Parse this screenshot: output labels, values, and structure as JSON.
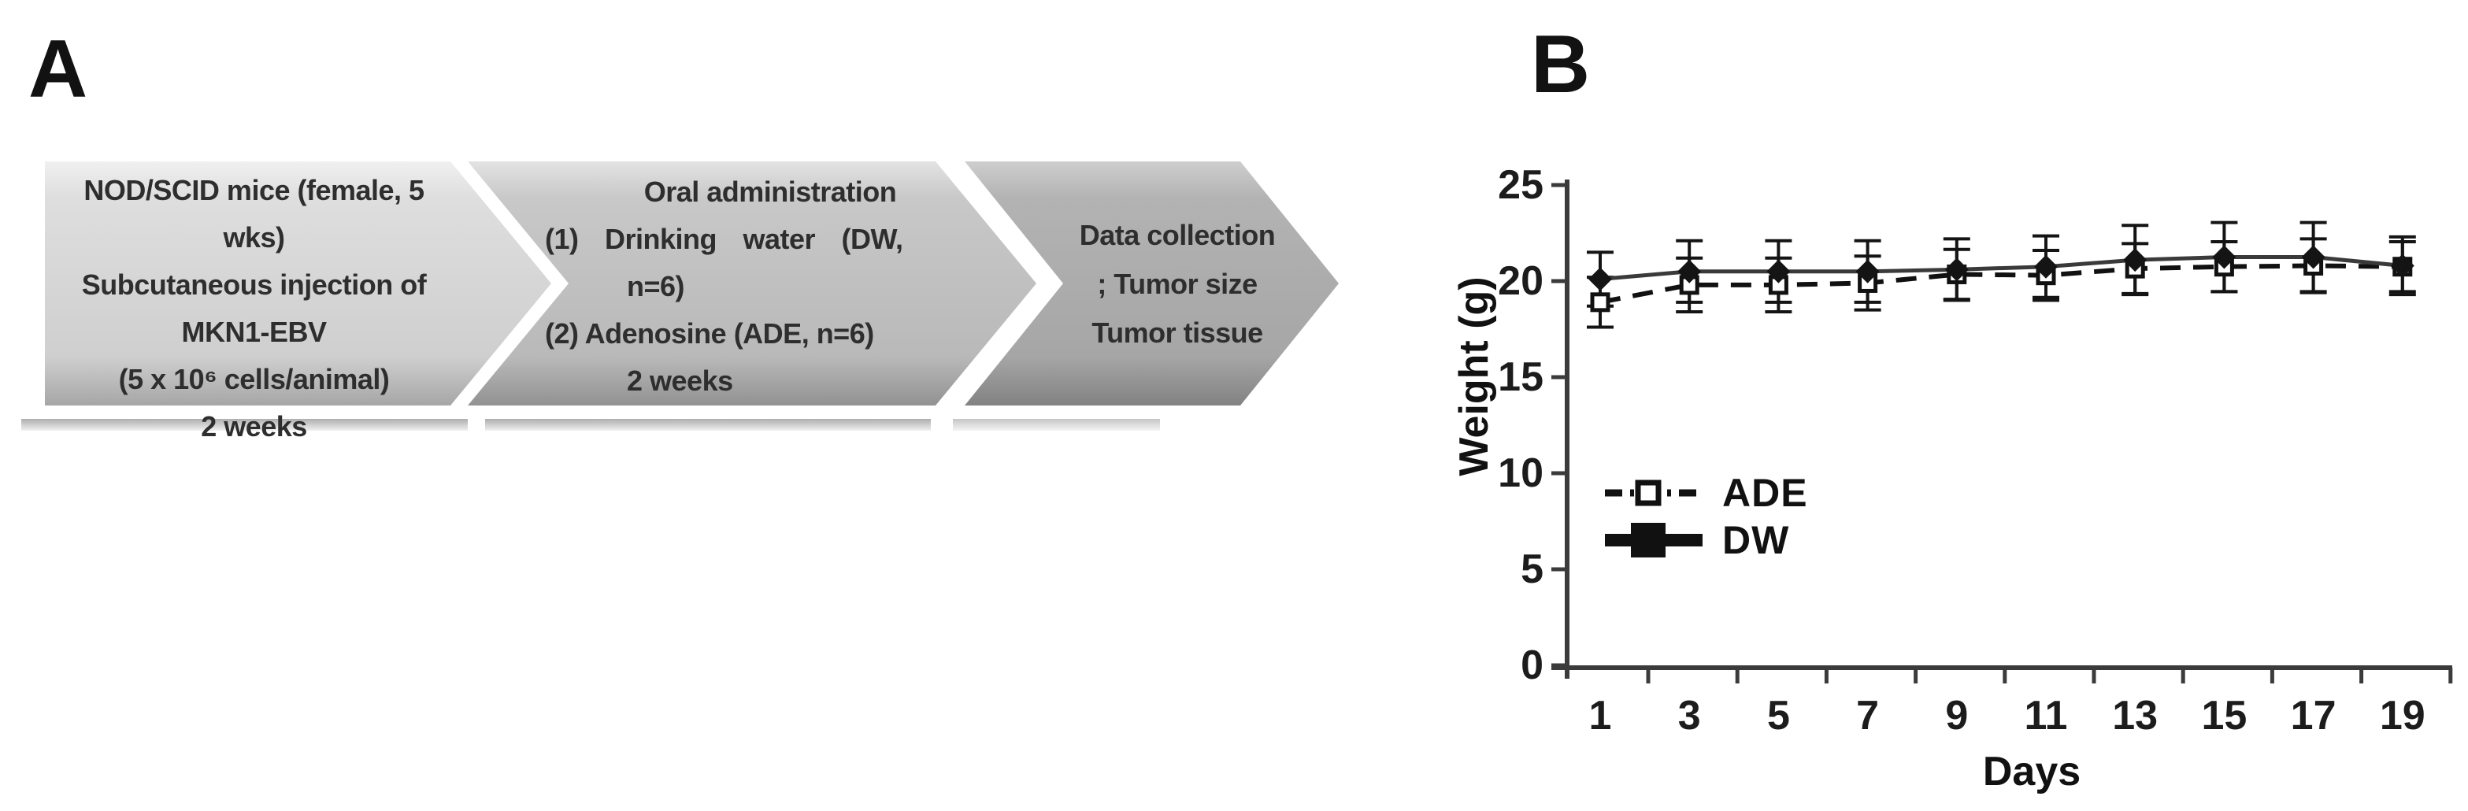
{
  "panels": {
    "a": {
      "label": "A"
    },
    "b": {
      "label": "B"
    }
  },
  "flow": {
    "steps": [
      {
        "name": "mouse-model",
        "lines": [
          "NOD/SCID mice (female, 5 wks)",
          "Subcutaneous injection of",
          "MKN1-EBV",
          "(5 x 10⁶ cells/animal)",
          "2 weeks"
        ]
      },
      {
        "name": "oral-administration",
        "lines": [
          "Oral administration",
          "(1) Drinking water (DW,",
          "n=6)",
          "(2) Adenosine (ADE, n=6)",
          "2 weeks"
        ]
      },
      {
        "name": "data-collection",
        "lines": [
          "Data collection",
          "; Tumor size",
          "Tumor tissue"
        ]
      }
    ]
  },
  "chart_data": {
    "type": "line",
    "title": "",
    "xlabel": "Days",
    "ylabel": "Weight (g)",
    "x": [
      1,
      3,
      5,
      7,
      9,
      11,
      13,
      15,
      17,
      19
    ],
    "yticks": [
      0,
      5,
      10,
      15,
      20,
      25
    ],
    "ylim": [
      0,
      25
    ],
    "grid": false,
    "legend_position": "inside-lower-left",
    "series": [
      {
        "name": "ADE",
        "style": "dashed",
        "marker": "open-square",
        "values": [
          18.9,
          19.8,
          19.8,
          19.9,
          20.35,
          20.3,
          20.65,
          20.75,
          20.8,
          20.75
        ],
        "errors": [
          1.3,
          1.4,
          1.4,
          1.4,
          1.3,
          1.3,
          1.3,
          1.3,
          1.4,
          1.3
        ]
      },
      {
        "name": "DW",
        "style": "solid",
        "marker": "filled-square",
        "values": [
          20.1,
          20.5,
          20.5,
          20.5,
          20.6,
          20.75,
          21.1,
          21.25,
          21.25,
          20.8
        ],
        "errors": [
          1.4,
          1.6,
          1.6,
          1.6,
          1.6,
          1.6,
          1.8,
          1.8,
          1.8,
          1.5
        ]
      }
    ],
    "colors": {
      "series_color": "#111111",
      "axis_color": "#3b3b3b"
    }
  }
}
